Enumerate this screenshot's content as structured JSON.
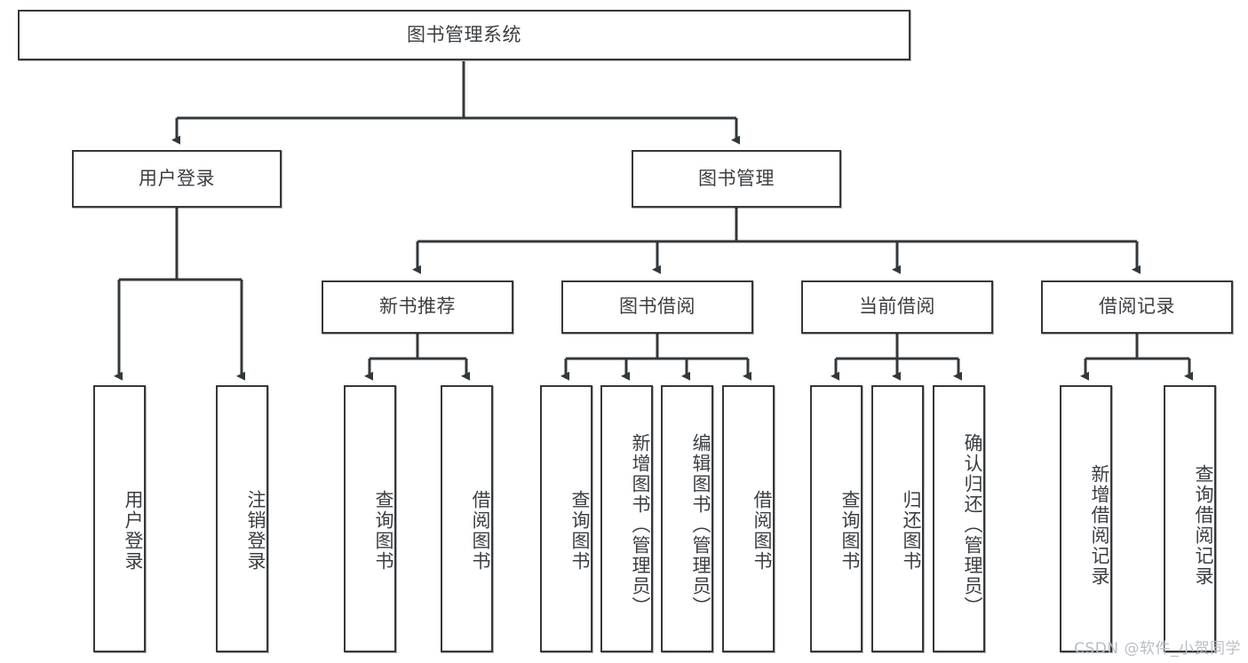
{
  "diagram": {
    "title_node": {
      "label": "图书管理系统"
    },
    "level2": [
      {
        "id": "user-login",
        "label": "用户登录"
      },
      {
        "id": "book-management",
        "label": "图书管理"
      }
    ],
    "level3": [
      {
        "id": "new-book-recommend",
        "label": "新书推荐"
      },
      {
        "id": "book-borrow",
        "label": "图书借阅"
      },
      {
        "id": "current-borrow",
        "label": "当前借阅"
      },
      {
        "id": "borrow-record",
        "label": "借阅记录"
      }
    ],
    "leaves": {
      "user_login": [
        {
          "id": "leaf-user-login",
          "label": "用户登录"
        },
        {
          "id": "leaf-logout-login",
          "label": "注销登录"
        }
      ],
      "new_book_recommend": [
        {
          "id": "leaf-query-book-1",
          "label": "查询图书"
        },
        {
          "id": "leaf-borrow-book-1",
          "label": "借阅图书"
        }
      ],
      "book_borrow": [
        {
          "id": "leaf-query-book-2",
          "label": "查询图书"
        },
        {
          "id": "leaf-add-book",
          "label": "新增图书（管理员）"
        },
        {
          "id": "leaf-edit-book",
          "label": "编辑图书（管理员）"
        },
        {
          "id": "leaf-borrow-book-2",
          "label": "借阅图书"
        }
      ],
      "current_borrow": [
        {
          "id": "leaf-query-book-3",
          "label": "查询图书"
        },
        {
          "id": "leaf-return-book",
          "label": "归还图书"
        },
        {
          "id": "leaf-confirm-return",
          "label": "确认归还（管理员）"
        }
      ],
      "borrow_record": [
        {
          "id": "leaf-add-record",
          "label": "新增借阅记录"
        },
        {
          "id": "leaf-query-record",
          "label": "查询借阅记录"
        }
      ]
    },
    "watermark": "CSDN @软件_小贺同学",
    "colors": {
      "border": "#33383c",
      "text": "#3b3f43",
      "background": "#ffffff",
      "watermark": "#b9bdc1"
    }
  }
}
